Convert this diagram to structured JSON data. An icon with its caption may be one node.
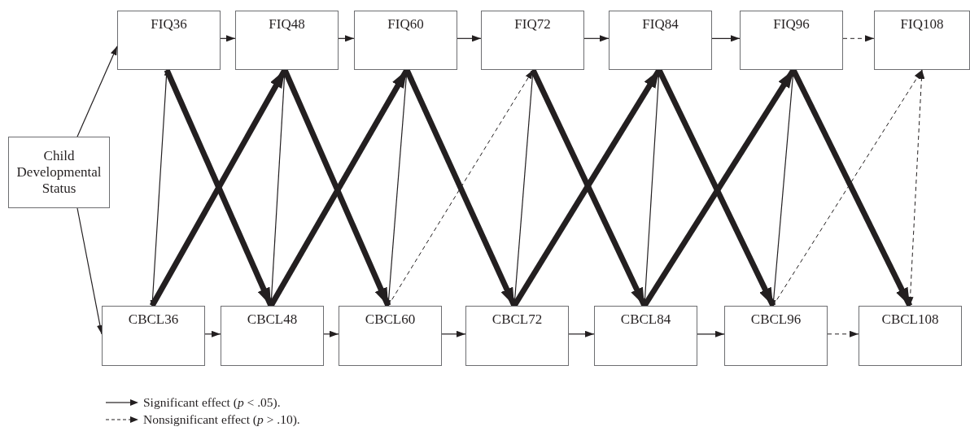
{
  "diagram": {
    "nodes": [
      {
        "text": [
          "FIQ36"
        ]
      },
      {
        "text": [
          "FIQ48"
        ]
      },
      {
        "text": [
          "FIQ60"
        ]
      },
      {
        "text": [
          "FIQ72"
        ]
      },
      {
        "text": [
          "FIQ84"
        ]
      },
      {
        "text": [
          "FIQ96"
        ]
      },
      {
        "text": [
          "FIQ108"
        ]
      },
      {
        "text": [
          "Child Developmental Status"
        ]
      },
      {
        "text": [
          "CBCL36"
        ]
      },
      {
        "text": [
          "CBCL48"
        ]
      },
      {
        "text": [
          "CBCL60"
        ]
      },
      {
        "text": [
          "CBCL72"
        ]
      },
      {
        "text": [
          "CBCL84"
        ]
      },
      {
        "text": [
          "CBCL96"
        ]
      },
      {
        "text": [
          "CBCL108"
        ]
      }
    ],
    "edges": [
      {
        "from": 7,
        "to": 0,
        "arrow": "to"
      },
      {
        "from": 7,
        "to": 8,
        "arrow": "to"
      },
      {
        "from": 0,
        "to": 1,
        "arrow": "to"
      },
      {
        "from": 1,
        "to": 2,
        "arrow": "to"
      },
      {
        "from": 2,
        "to": 3,
        "arrow": "to"
      },
      {
        "from": 3,
        "to": 4,
        "arrow": "to"
      },
      {
        "from": 4,
        "to": 5,
        "arrow": "to"
      },
      {
        "from": 5,
        "to": 6,
        "arrow": "to",
        "style": "dashed"
      },
      {
        "from": 8,
        "to": 9,
        "arrow": "to"
      },
      {
        "from": 9,
        "to": 10,
        "arrow": "to"
      },
      {
        "from": 10,
        "to": 11,
        "arrow": "to"
      },
      {
        "from": 11,
        "to": 12,
        "arrow": "to"
      },
      {
        "from": 12,
        "to": 13,
        "arrow": "to"
      },
      {
        "from": 13,
        "to": 14,
        "arrow": "to",
        "style": "dashed"
      },
      {
        "from": 0,
        "to": 8,
        "arrow": "both"
      },
      {
        "from": 1,
        "to": 9,
        "arrow": "both"
      },
      {
        "from": 2,
        "to": 10,
        "arrow": "both"
      },
      {
        "from": 3,
        "to": 11,
        "arrow": "both"
      },
      {
        "from": 4,
        "to": 12,
        "arrow": "both"
      },
      {
        "from": 5,
        "to": 13,
        "arrow": "both"
      },
      {
        "from": 6,
        "to": 14,
        "arrow": "both",
        "style": "dashed"
      },
      {
        "from": 0,
        "to": 9,
        "arrow": "to",
        "style": "thick"
      },
      {
        "from": 1,
        "to": 10,
        "arrow": "to",
        "style": "thick"
      },
      {
        "from": 2,
        "to": 11,
        "arrow": "to",
        "style": "thick"
      },
      {
        "from": 3,
        "to": 12,
        "arrow": "to",
        "style": "thick"
      },
      {
        "from": 4,
        "to": 13,
        "arrow": "to",
        "style": "thick"
      },
      {
        "from": 5,
        "to": 14,
        "arrow": "to",
        "style": "thick"
      },
      {
        "from": 8,
        "to": 1,
        "arrow": "to",
        "style": "thick"
      },
      {
        "from": 9,
        "to": 2,
        "arrow": "to",
        "style": "thick"
      },
      {
        "from": 10,
        "to": 3,
        "arrow": "to",
        "style": "dashed"
      },
      {
        "from": 11,
        "to": 4,
        "arrow": "to",
        "style": "thick"
      },
      {
        "from": 12,
        "to": 5,
        "arrow": "to",
        "style": "thick"
      },
      {
        "from": 13,
        "to": 6,
        "arrow": "to",
        "style": "dashed"
      }
    ],
    "legend": [
      {
        "text": "Significant effect (*p* < .05)."
      },
      {
        "text": "Nonsignificant effect (*p* > .10)."
      }
    ]
  }
}
